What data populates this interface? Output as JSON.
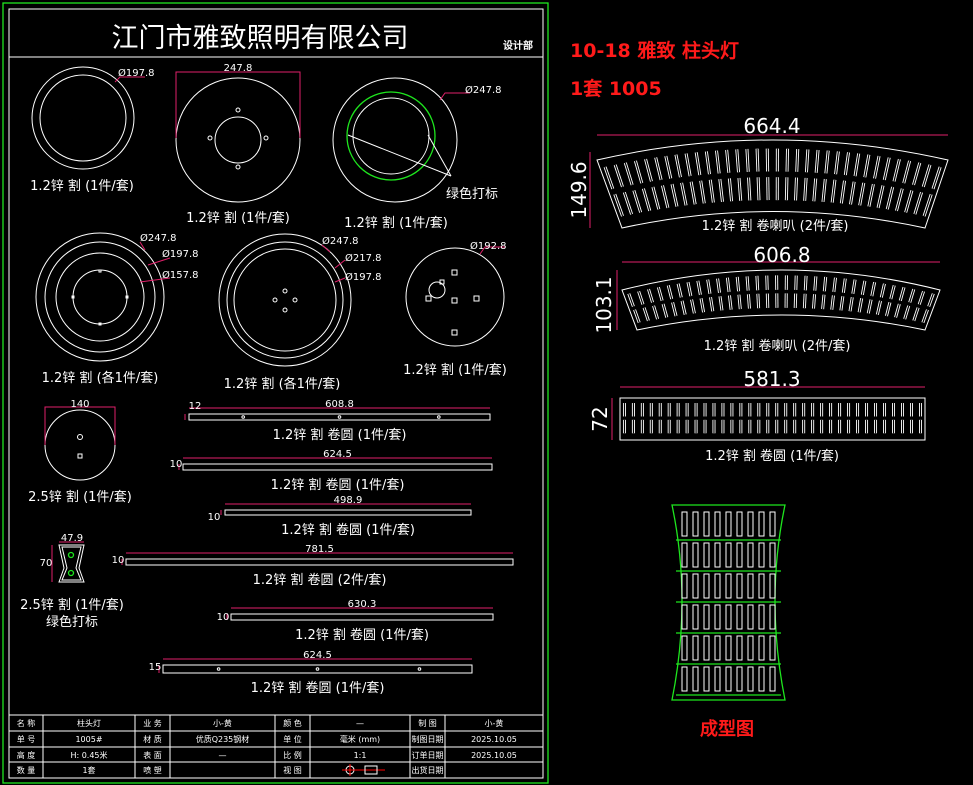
{
  "sheet": {
    "company": "江门市雅致照明有限公司",
    "department": "设计部"
  },
  "parts": {
    "ring1": {
      "dia": "Ø197.8",
      "label": "1.2锌 割 (1件/套)"
    },
    "disc1": {
      "width": "247.8",
      "label": "1.2锌 割 (1件/套)"
    },
    "ring2": {
      "dia": "Ø247.8",
      "mark": "绿色打标",
      "label": "1.2锌 割 (1件/套)"
    },
    "rings3": {
      "dia1": "Ø247.8",
      "dia2": "Ø197.8",
      "dia3": "Ø157.8",
      "label": "1.2锌 割 (各1件/套)"
    },
    "rings4": {
      "dia1": "Ø247.8",
      "dia2": "Ø217.8",
      "dia3": "Ø197.8",
      "label": "1.2锌 割 (各1件/套)"
    },
    "plate": {
      "dia": "Ø192.8",
      "label": "1.2锌 割 (1件/套)"
    },
    "disc2": {
      "width": "140",
      "label": "2.5锌 割 (1件/套)"
    },
    "bracket": {
      "width": "47.9",
      "height": "70",
      "label": "2.5锌 割 (1件/套)",
      "mark": "绿色打标"
    }
  },
  "strips": [
    {
      "length": "608.8",
      "height": "12",
      "label": "1.2锌 割 卷圆 (1件/套)"
    },
    {
      "length": "624.5",
      "height": "10",
      "label": "1.2锌 割 卷圆 (1件/套)"
    },
    {
      "length": "498.9",
      "height": "10",
      "label": "1.2锌 割 卷圆 (1件/套)"
    },
    {
      "length": "781.5",
      "height": "10",
      "label": "1.2锌 割 卷圆 (2件/套)"
    },
    {
      "length": "630.3",
      "height": "10",
      "label": "1.2锌 割 卷圆 (1件/套)"
    },
    {
      "length": "624.5",
      "height": "15",
      "label": "1.2锌 割 卷圆 (1件/套)"
    }
  ],
  "right": {
    "title1": "10-18 雅致 柱头灯",
    "title2": "1套 1005",
    "arc1": {
      "width": "664.4",
      "height": "149.6",
      "label": "1.2锌 割 卷喇叭 (2件/套)"
    },
    "arc2": {
      "width": "606.8",
      "height": "103.1",
      "label": "1.2锌 割 卷喇叭 (2件/套)"
    },
    "band": {
      "width": "581.3",
      "height": "72",
      "label": "1.2锌 割 卷圆 (1件/套)"
    },
    "formed_label": "成型图"
  },
  "title_block": {
    "rows": [
      [
        "名 称",
        "柱头灯",
        "业 务",
        "小-黄",
        "颜 色",
        "—",
        "制 图",
        "小-黄"
      ],
      [
        "单 号",
        "1005#",
        "材 质",
        "优质Q235钢材",
        "单 位",
        "毫米 (mm)",
        "制图日期",
        "2025.10.05"
      ],
      [
        "高 度",
        "H: 0.45米",
        "表 面",
        "—",
        "比 例",
        "1:1",
        "订单日期",
        "2025.10.05"
      ],
      [
        "数 量",
        "1套",
        "喷 塑",
        "",
        "视 图",
        "",
        "出货日期",
        ""
      ]
    ]
  },
  "colors": {
    "frame": "#1ee61e",
    "dimension": "#e0206a",
    "annotation": "#ff1a1a"
  }
}
